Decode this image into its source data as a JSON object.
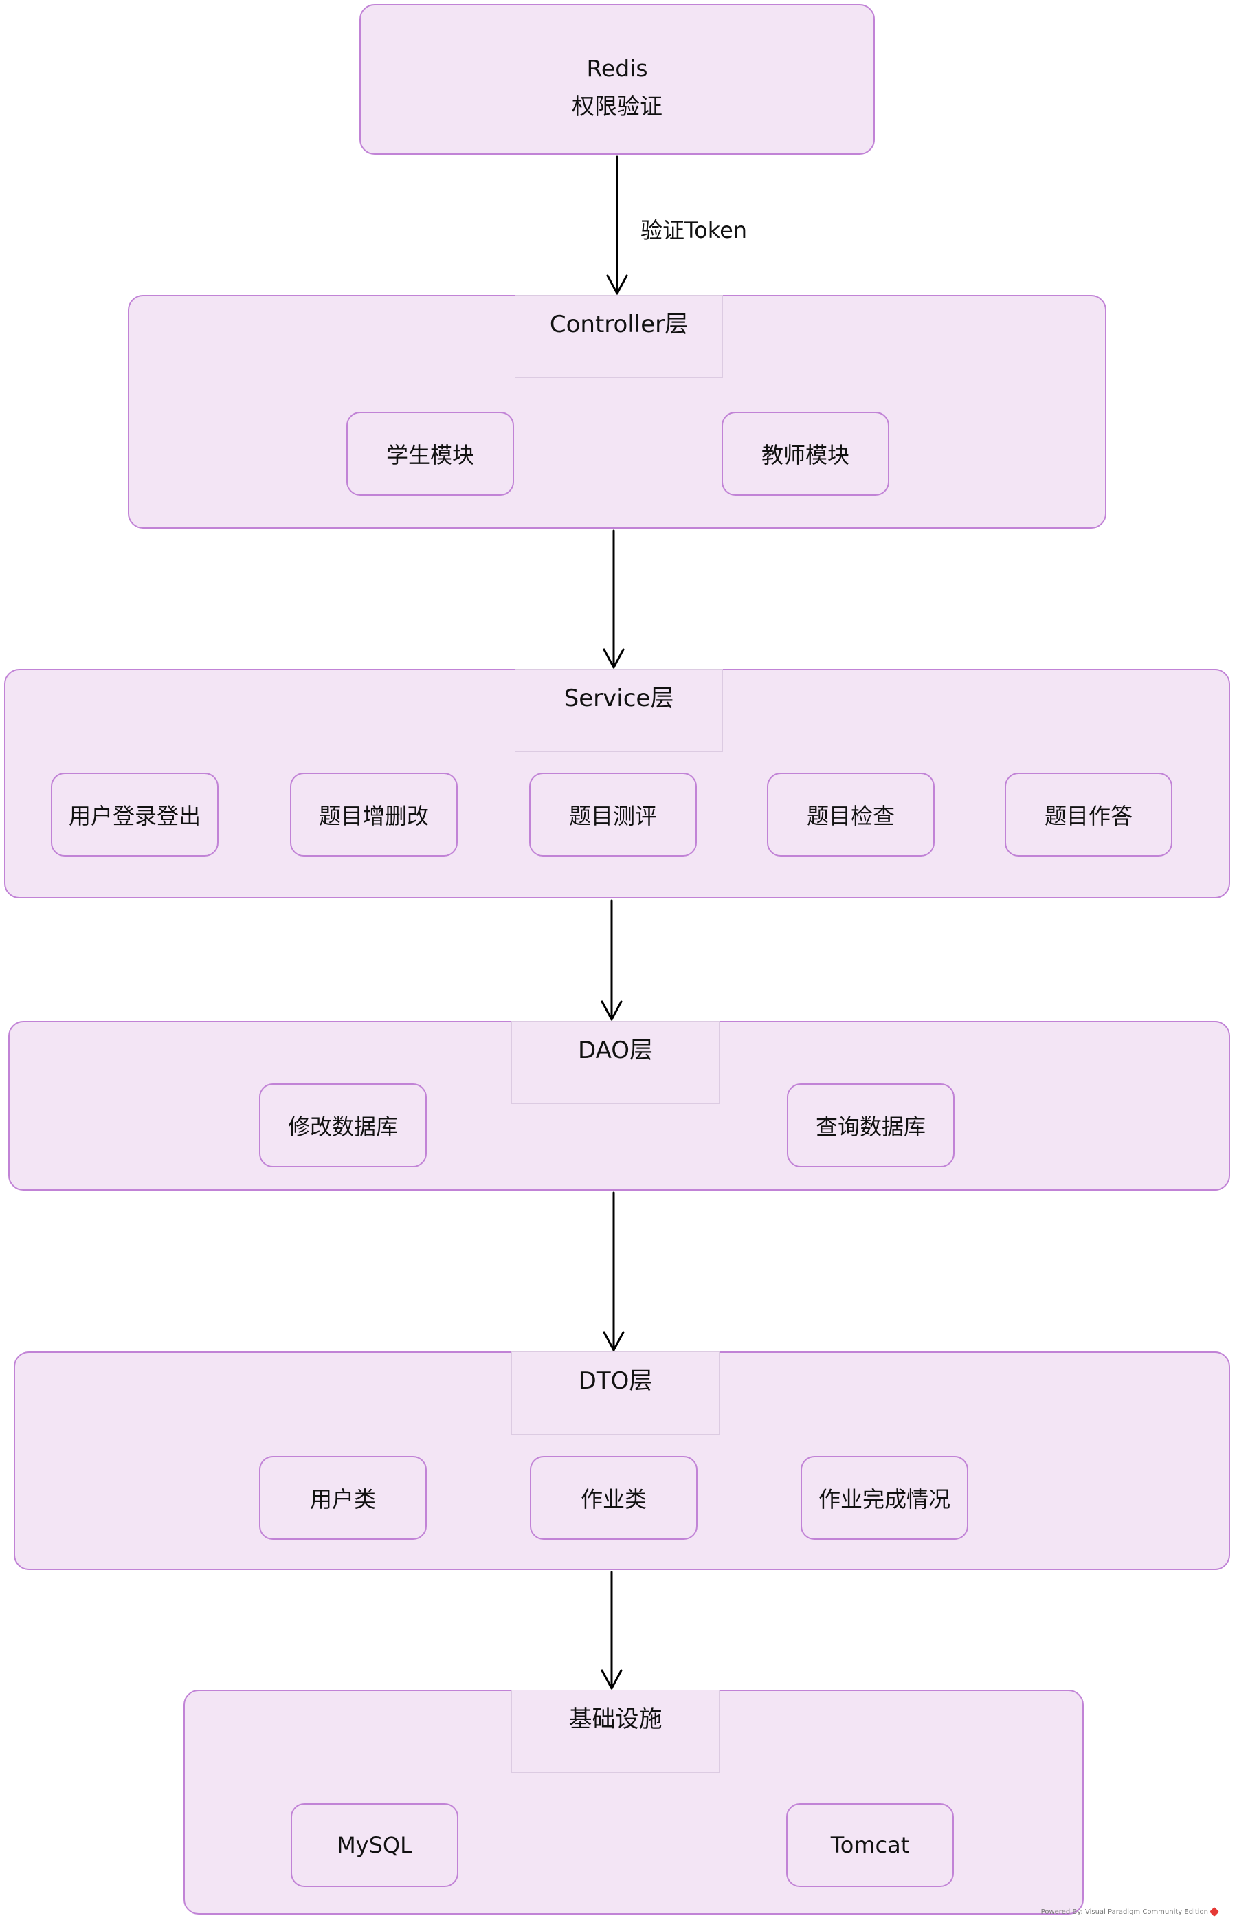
{
  "redis": {
    "line1": "Redis",
    "line2": "权限验证"
  },
  "edge_label": "验证Token",
  "layers": {
    "controller": {
      "title": "Controller层",
      "modules": [
        "学生模块",
        "教师模块"
      ]
    },
    "service": {
      "title": "Service层",
      "modules": [
        "用户登录登出",
        "题目增删改",
        "题目测评",
        "题目检查",
        "题目作答"
      ]
    },
    "dao": {
      "title": "DAO层",
      "modules": [
        "修改数据库",
        "查询数据库"
      ]
    },
    "dto": {
      "title": "DTO层",
      "modules": [
        "用户类",
        "作业类",
        "作业完成情况"
      ]
    },
    "infra": {
      "title": "基础设施",
      "modules": [
        "MySQL",
        "Tomcat"
      ]
    }
  },
  "footer": "Powered By: Visual Paradigm Community Edition",
  "colors": {
    "fill": "#f3e5f5",
    "border": "#c183d6",
    "arrow": "#000000"
  }
}
